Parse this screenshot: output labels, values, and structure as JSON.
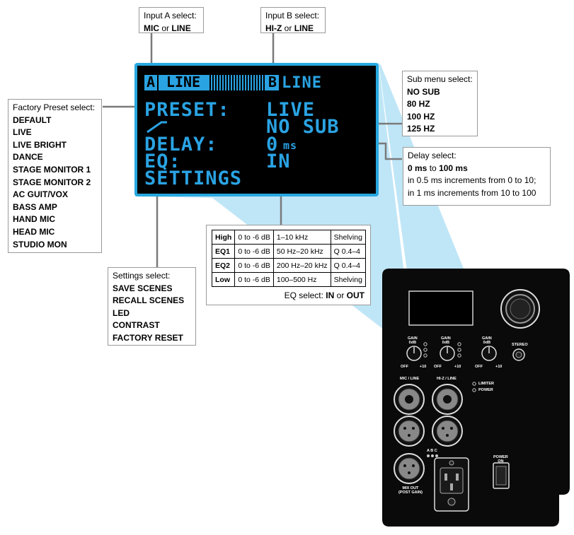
{
  "input_a": {
    "title": "Input A select:",
    "opt1": "MIC",
    "or": "or",
    "opt2": "LINE"
  },
  "input_b": {
    "title": "Input B select:",
    "opt1": "HI-Z",
    "or": "or",
    "opt2": "LINE"
  },
  "factory_preset": {
    "title": "Factory Preset select:",
    "items": [
      "DEFAULT",
      "LIVE",
      "LIVE BRIGHT",
      "DANCE",
      "STAGE MONITOR 1",
      "STAGE MONITOR 2",
      "AC GUIT/VOX",
      "BASS AMP",
      "HAND MIC",
      "HEAD MIC",
      "STUDIO MON"
    ]
  },
  "sub_menu": {
    "title": "Sub menu select:",
    "items": [
      "NO SUB",
      "80 HZ",
      "100 HZ",
      "125 HZ"
    ]
  },
  "delay": {
    "title": "Delay select:",
    "from": "0 ms",
    "to_word": "to",
    "to": "100 ms",
    "line2": "in 0.5 ms increments from 0 to 10;",
    "line3": "in 1 ms increments from 10 to 100"
  },
  "settings": {
    "title": "Settings select:",
    "items": [
      "SAVE SCENES",
      "RECALL SCENES",
      "LED",
      "CONTRAST",
      "FACTORY RESET"
    ]
  },
  "lcd": {
    "a_letter": "A",
    "a_value": "LINE",
    "b_letter": "B",
    "b_value": "LINE",
    "preset_label": "PRESET:",
    "preset_value": "LIVE",
    "sub_value": "NO SUB",
    "delay_label": "DELAY:",
    "delay_value": "0",
    "delay_unit": "ms",
    "eq_label": "EQ:",
    "eq_value": "IN",
    "settings_label": "SETTINGS"
  },
  "eq_table": {
    "rows": [
      [
        "High",
        "0 to -6 dB",
        "1–10 kHz",
        "Shelving"
      ],
      [
        "EQ1",
        "0 to -6 dB",
        "50 Hz–20 kHz",
        "Q 0.4–4"
      ],
      [
        "EQ2",
        "0 to -6 dB",
        "200 Hz–20 kHz",
        "Q 0.4–4"
      ],
      [
        "Low",
        "0 to -6 dB",
        "100–500 Hz",
        "Shelving"
      ]
    ],
    "caption_prefix": "EQ select:",
    "caption_in": "IN",
    "caption_or": "or",
    "caption_out": "OUT"
  },
  "panel": {
    "gain_a": "GAIN",
    "gain_a_sub": "0dB",
    "gain_b": "GAIN",
    "gain_b_sub": "0dB",
    "gain_c": "GAIN",
    "gain_c_sub": "0dB",
    "off": "OFF",
    "plus10": "+10",
    "stereo": "STEREO",
    "mic_line": "MIC / LINE",
    "hiz_line": "HI-Z / LINE",
    "limiter": "LIMITER",
    "power": "POWER",
    "abc": "A B C",
    "mix_out": "MIX OUT",
    "mix_out_sub": "(POST GAIN)",
    "power_on": "POWER",
    "power_on_2": "ON"
  },
  "colors": {
    "lcd_blue": "#2aa3e3",
    "highlight": "#bfe6f7",
    "panel": "#0a0a0a",
    "connector": "#888888"
  }
}
